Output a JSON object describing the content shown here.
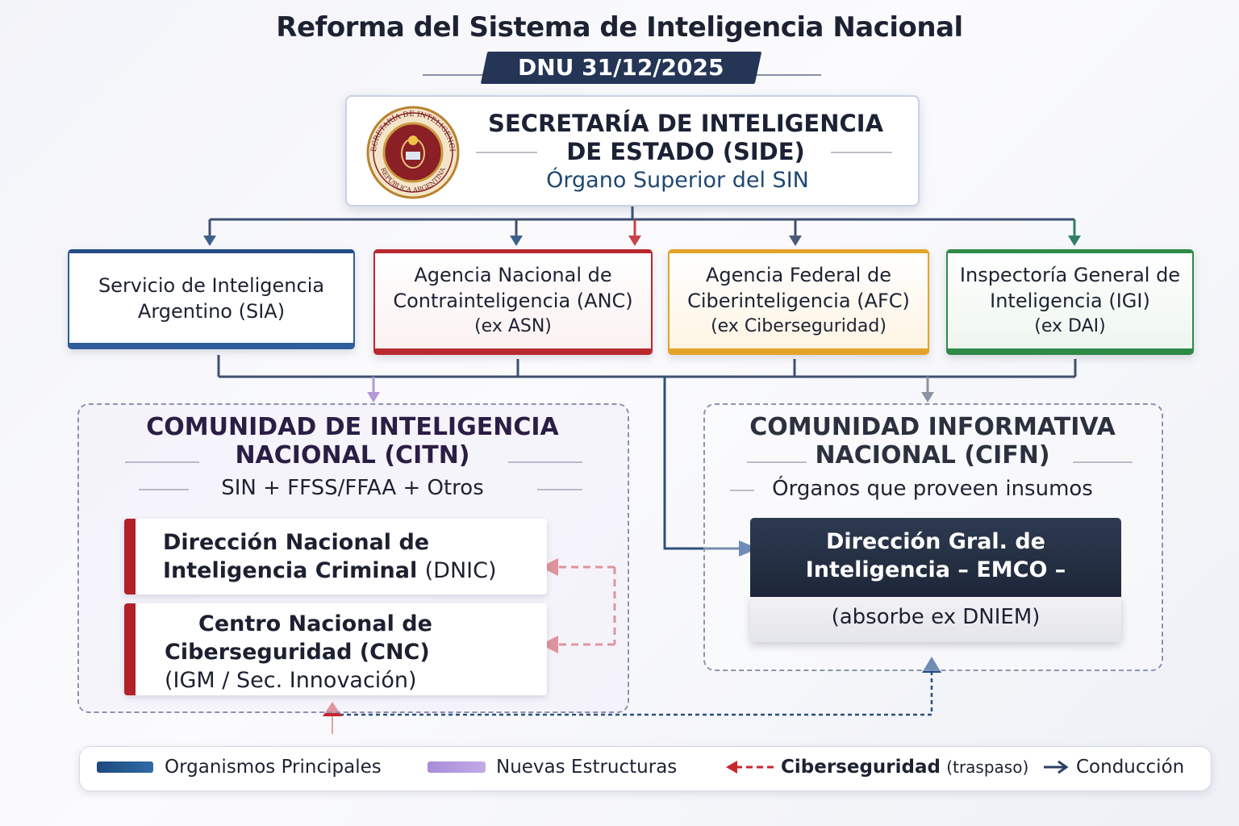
{
  "title": "Reforma del Sistema de Inteligencia Nacional",
  "subtitle": "DNU 31/12/2025",
  "side": {
    "line1": "SECRETARÍA DE INTELIGENCIA",
    "line2": "DE ESTADO (SIDE)",
    "sub": "Órgano Superior del SIN",
    "seal_text_top": "SECRETARÍA DE INTELIGENCIA",
    "seal_text_bottom": "REPÚBLICA ARGENTINA"
  },
  "orgs": {
    "sia": {
      "line1": "Servicio de Inteligencia",
      "line2": "Argentino (SIA)"
    },
    "anc": {
      "line1": "Agencia Nacional de",
      "line2": "Contrainteligencia (ANC)",
      "ex": "(ex ASN)"
    },
    "afc": {
      "line1": "Agencia Federal de",
      "line2": "Ciberinteligencia (AFC)",
      "ex": "(ex Ciberseguridad)"
    },
    "igi": {
      "line1": "Inspectoría General de",
      "line2": "Inteligencia (IGI)",
      "ex": "(ex DAI)"
    }
  },
  "citn": {
    "line1": "COMUNIDAD DE INTELIGENCIA",
    "line2": "NACIONAL (CITN)",
    "sub": "SIN + FFSS/FFAA + Otros",
    "dnic": {
      "line1": "Dirección Nacional de",
      "line2": "Inteligencia Criminal",
      "abbr": "(DNIC)"
    },
    "cnc": {
      "line1": "Centro Nacional de",
      "line2": "Ciberseguridad (CNC)",
      "line3": "(IGM / Sec. Innovación)"
    }
  },
  "cifn": {
    "line1": "COMUNIDAD INFORMATIVA",
    "line2": "NACIONAL (CIFN)",
    "sub": "Órganos que proveen insumos",
    "emco": {
      "line1": "Dirección Gral. de",
      "line2": "Inteligencia – EMCO –",
      "sub": "(absorbe ex DNIEM)"
    }
  },
  "legend": {
    "principales": "Organismos Principales",
    "nuevas": "Nuevas Estructuras",
    "ciber_bold": "Ciberseguridad",
    "ciber_rest": "(traspaso)",
    "conduccion": "Conducción"
  },
  "colors": {
    "navy": "#243556",
    "sia": "#2f5d9c",
    "anc": "#b82a2e",
    "afc": "#e3a32a",
    "igi": "#2f8a47",
    "purple": "#a98bd8",
    "emco": "#1e2739"
  }
}
